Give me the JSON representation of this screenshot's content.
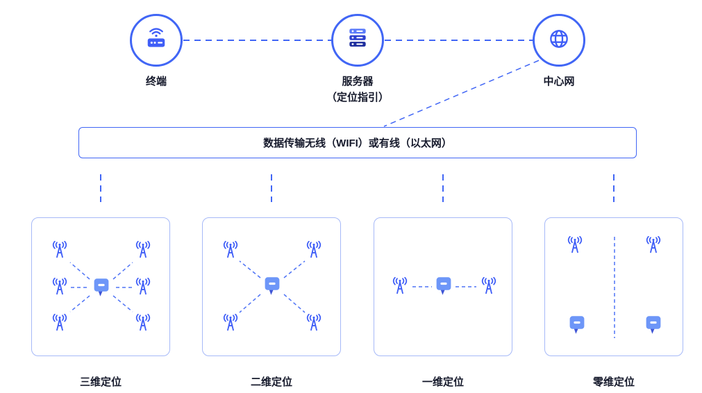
{
  "header": {
    "nodes": [
      {
        "label": "终端",
        "icon": "router-icon"
      },
      {
        "label": "服务器",
        "sublabel": "（定位指引）",
        "icon": "server-stack-icon"
      },
      {
        "label": "中心网",
        "icon": "globe-icon"
      }
    ]
  },
  "bus": {
    "label": "数据传输无线（WIFI）或有线（以太网）"
  },
  "panels": [
    {
      "label": "三维定位",
      "stations": 6,
      "tags": 1
    },
    {
      "label": "二维定位",
      "stations": 4,
      "tags": 1
    },
    {
      "label": "一维定位",
      "stations": 2,
      "tags": 1
    },
    {
      "label": "零维定位",
      "stations": 2,
      "tags": 2
    }
  ],
  "icons": {
    "station": "antenna-icon",
    "tag": "tag-icon"
  },
  "colors": {
    "primary": "#4166f5",
    "panel_border": "#a6b9f8",
    "tag_fill": "#6d96f8",
    "text": "#15192b"
  }
}
